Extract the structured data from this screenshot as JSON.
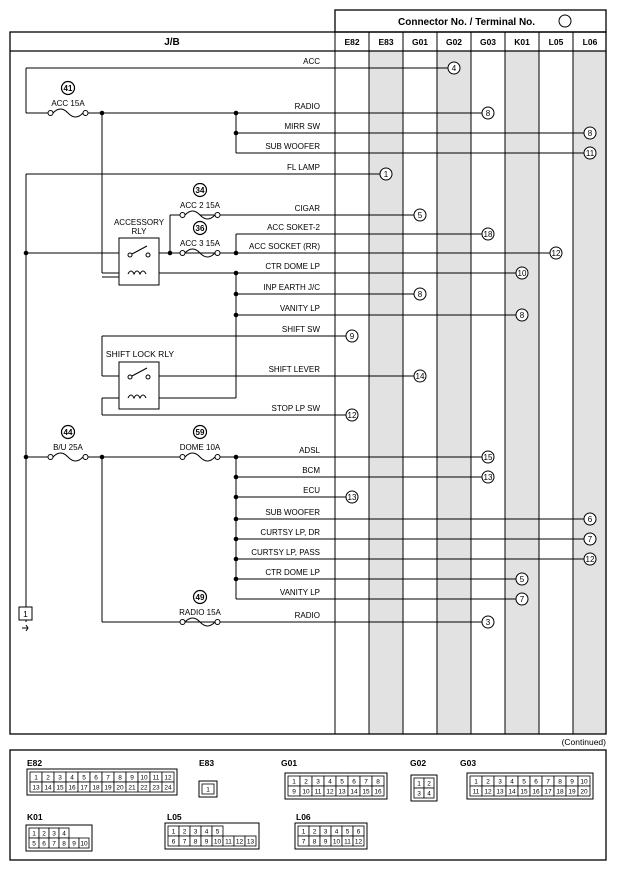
{
  "header": {
    "title": "Connector No. / Terminal No.",
    "jb_label": "J/B",
    "columns": [
      {
        "id": "E82",
        "shaded": false
      },
      {
        "id": "E83",
        "shaded": true
      },
      {
        "id": "G01",
        "shaded": false
      },
      {
        "id": "G02",
        "shaded": true
      },
      {
        "id": "G03",
        "shaded": false
      },
      {
        "id": "K01",
        "shaded": true
      },
      {
        "id": "L05",
        "shaded": false
      },
      {
        "id": "L06",
        "shaded": true
      }
    ]
  },
  "fuses": [
    {
      "num": "41",
      "label": "ACC 15A"
    },
    {
      "num": "34",
      "label": "ACC 2 15A"
    },
    {
      "num": "36",
      "label": "ACC 3 15A"
    },
    {
      "num": "44",
      "label": "B/U 25A"
    },
    {
      "num": "59",
      "label": "DOME 10A"
    },
    {
      "num": "49",
      "label": "RADIO 15A"
    }
  ],
  "relays": [
    {
      "label_line1": "ACCESSORY",
      "label_line2": "RLY"
    },
    {
      "label_line1": "SHIFT LOCK RLY",
      "label_line2": ""
    }
  ],
  "ground_terminal": "1",
  "circuits": [
    {
      "label": "ACC",
      "connector": "G02",
      "terminal": "4"
    },
    {
      "label": "RADIO",
      "connector": "G03",
      "terminal": "8"
    },
    {
      "label": "MIRR SW",
      "connector": "L06",
      "terminal": "8"
    },
    {
      "label": "SUB WOOFER",
      "connector": "L06",
      "terminal": "11"
    },
    {
      "label": "FL LAMP",
      "connector": "E83",
      "terminal": "1"
    },
    {
      "label": "CIGAR",
      "connector": "G01",
      "terminal": "5"
    },
    {
      "label": "ACC SOKET-2",
      "connector": "G03",
      "terminal": "18"
    },
    {
      "label": "ACC SOCKET (RR)",
      "connector": "L05",
      "terminal": "12"
    },
    {
      "label": "CTR DOME LP",
      "connector": "K01",
      "terminal": "10"
    },
    {
      "label": "INP EARTH J/C",
      "connector": "G01",
      "terminal": "8"
    },
    {
      "label": "VANITY LP",
      "connector": "K01",
      "terminal": "8"
    },
    {
      "label": "SHIFT SW",
      "connector": "E82",
      "terminal": "9"
    },
    {
      "label": "SHIFT LEVER",
      "connector": "G01",
      "terminal": "14"
    },
    {
      "label": "STOP LP SW",
      "connector": "E82",
      "terminal": "12"
    },
    {
      "label": "ADSL",
      "connector": "G03",
      "terminal": "15"
    },
    {
      "label": "BCM",
      "connector": "G03",
      "terminal": "13"
    },
    {
      "label": "ECU",
      "connector": "E82",
      "terminal": "13"
    },
    {
      "label": "SUB WOOFER",
      "connector": "L06",
      "terminal": "6"
    },
    {
      "label": "CURTSY LP, DR",
      "connector": "L06",
      "terminal": "7"
    },
    {
      "label": "CURTSY LP, PASS",
      "connector": "L06",
      "terminal": "12"
    },
    {
      "label": "CTR DOME LP",
      "connector": "K01",
      "terminal": "5"
    },
    {
      "label": "VANITY LP",
      "connector": "K01",
      "terminal": "7"
    },
    {
      "label": "RADIO",
      "connector": "G03",
      "terminal": "3"
    }
  ],
  "continued": "(Continued)",
  "connector_views": [
    {
      "id": "E82",
      "rows": [
        [
          "1",
          "2",
          "3",
          "4",
          "5",
          "6",
          "7",
          "8",
          "9",
          "10",
          "11",
          "12"
        ],
        [
          "13",
          "14",
          "15",
          "16",
          "17",
          "18",
          "19",
          "20",
          "21",
          "22",
          "23",
          "24"
        ]
      ]
    },
    {
      "id": "E83",
      "rows": [
        [
          "1"
        ]
      ]
    },
    {
      "id": "G01",
      "rows": [
        [
          "1",
          "2",
          "3",
          "4",
          "5",
          "6",
          "7",
          "8"
        ],
        [
          "9",
          "10",
          "11",
          "12",
          "13",
          "14",
          "15",
          "16"
        ]
      ]
    },
    {
      "id": "G02",
      "rows": [
        [
          "1",
          "2"
        ],
        [
          "3",
          "4"
        ]
      ]
    },
    {
      "id": "G03",
      "rows": [
        [
          "1",
          "2",
          "3",
          "4",
          "5",
          "6",
          "7",
          "8",
          "9",
          "10"
        ],
        [
          "11",
          "12",
          "13",
          "14",
          "15",
          "16",
          "17",
          "18",
          "19",
          "20"
        ]
      ]
    },
    {
      "id": "K01",
      "rows": [
        [
          "1",
          "2",
          "3",
          "4"
        ],
        [
          "5",
          "6",
          "7",
          "8",
          "9",
          "10"
        ]
      ]
    },
    {
      "id": "L05",
      "rows": [
        [
          "1",
          "2",
          "3",
          "4",
          "5"
        ],
        [
          "6",
          "7",
          "8",
          "9",
          "10",
          "11",
          "12",
          "13"
        ]
      ]
    },
    {
      "id": "L06",
      "rows": [
        [
          "1",
          "2",
          "3",
          "4",
          "5",
          "6"
        ],
        [
          "7",
          "8",
          "9",
          "10",
          "11",
          "12"
        ]
      ]
    }
  ]
}
